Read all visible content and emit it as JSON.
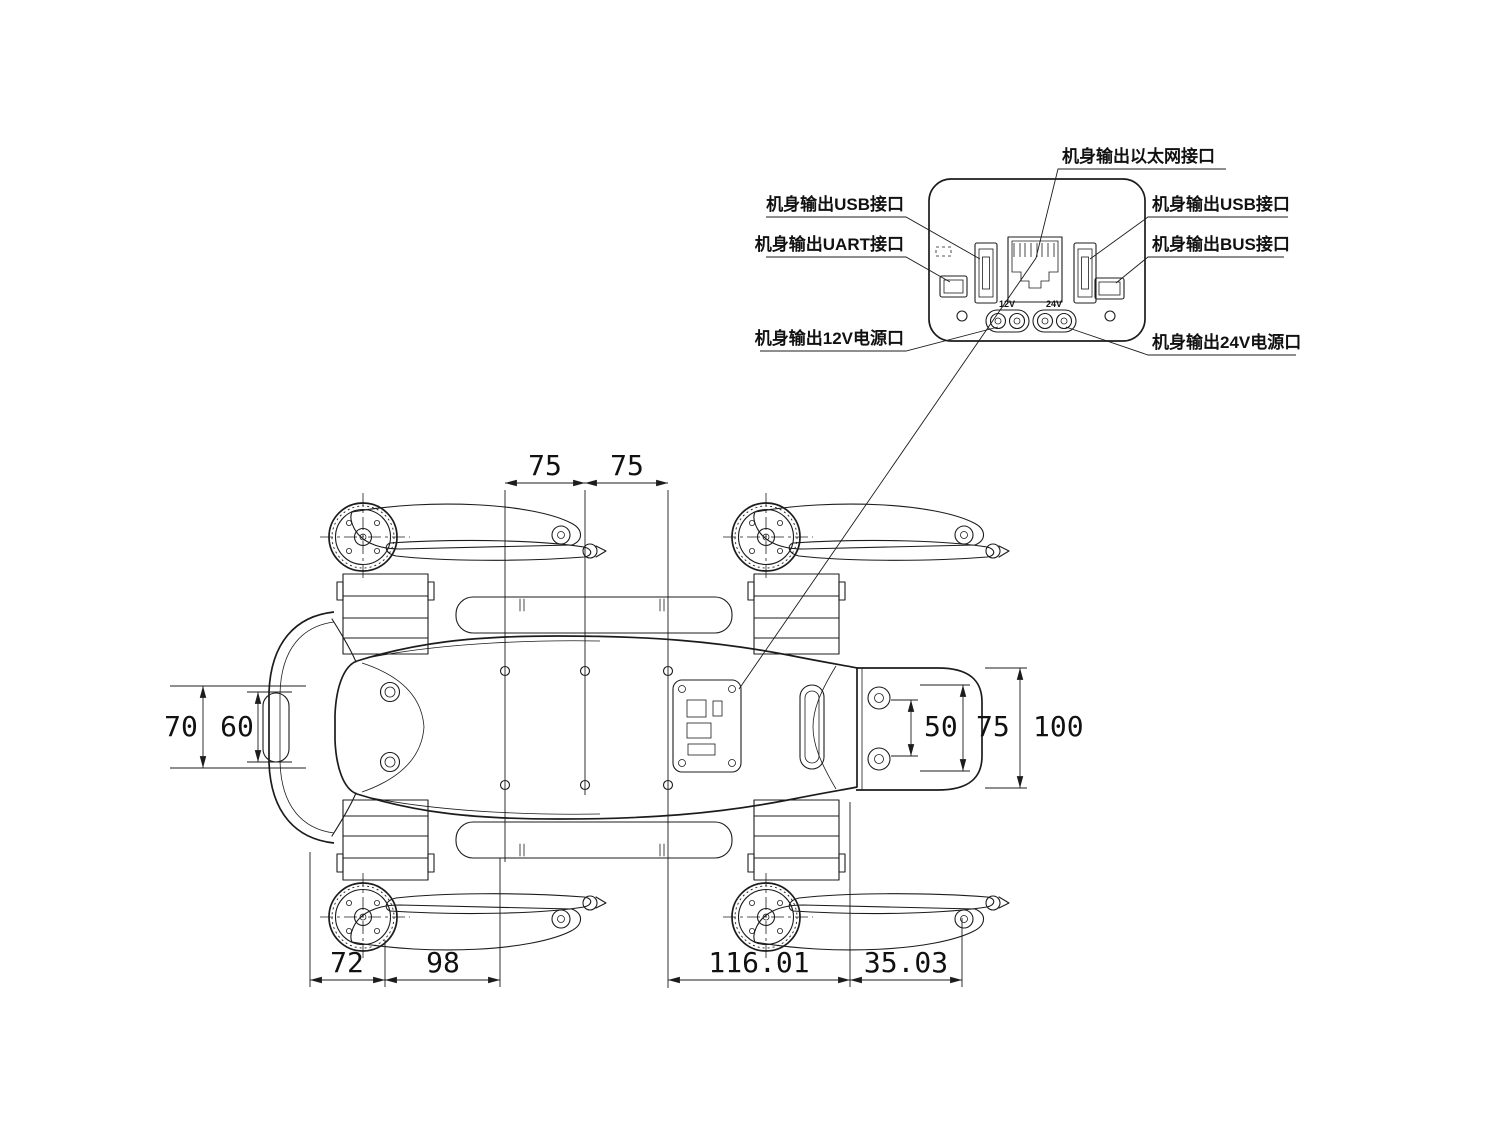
{
  "callout": {
    "ethernet": "机身输出以太网接口",
    "usb_left": "机身输出USB接口",
    "uart": "机身输出UART接口",
    "usb_right": "机身输出USB接口",
    "bus": "机身输出BUS接口",
    "power_12v": "机身输出12V电源口",
    "power_24v": "机身输出24V电源口",
    "port_12v": "12V",
    "port_24v": "24V"
  },
  "dimensions": {
    "top": [
      "75",
      "75"
    ],
    "left": [
      "70",
      "60"
    ],
    "right": [
      "50",
      "75",
      "100"
    ],
    "bottom_left": [
      "72",
      "98"
    ],
    "bottom_right": [
      "116.01",
      "35.03"
    ]
  },
  "colors": {
    "line": "#1c1c1c",
    "background": "#ffffff"
  }
}
